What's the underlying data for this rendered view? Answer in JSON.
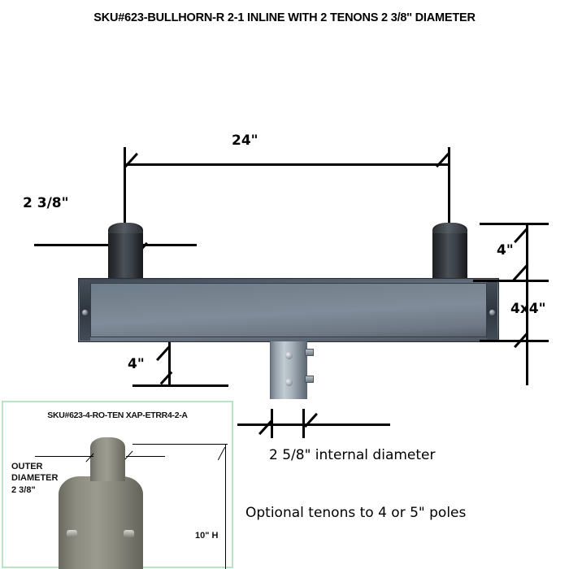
{
  "title": "SKU#623-BULLHORN-R 2-1 INLINE WITH 2 TENONS 2 3/8'' DIAMETER",
  "dimensions": {
    "span": "24\"",
    "tenon_diameter": "2 3/8\"",
    "tenon_height": "4\"",
    "beam_section": "4x4\"",
    "drop": "4\"",
    "collar_internal": "2 5/8\" internal diameter"
  },
  "notes": {
    "optional_tenons": "Optional tenons to 4 or 5\" poles"
  },
  "inset": {
    "title": "SKU#623-4-RO-TEN XAP-ETRR4-2-A",
    "outer_diameter_line1": "OUTER",
    "outer_diameter_line2": "DIAMETER",
    "outer_diameter_line3": "2 3/8\"",
    "height": "10\" H"
  },
  "colors": {
    "beam": "#7b8793",
    "tenon": "#2b2f34",
    "collar": "#aab4bd",
    "inset_border": "#b9e3c2",
    "line": "#000000"
  }
}
